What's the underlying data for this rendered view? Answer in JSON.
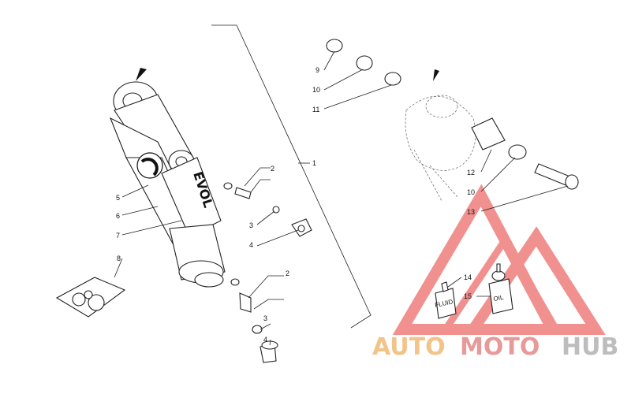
{
  "callouts": {
    "c1": "1",
    "c2a": "2",
    "c2b": "2",
    "c3a": "3",
    "c3b": "3",
    "c4a": "4",
    "c4b": "4",
    "c5": "5",
    "c6": "6",
    "c7": "7",
    "c8": "8",
    "c9": "9",
    "c10a": "10",
    "c10b": "10",
    "c11": "11",
    "c12": "12",
    "c13": "13",
    "c14": "14",
    "c15": "15"
  },
  "labels": {
    "shock_brand": "EVOL",
    "fluid_bottle": "FLUID",
    "oil_bottle": "OIL"
  },
  "watermark": {
    "part1": "AUTO",
    "part2": "MOTO",
    "part3": "HUB",
    "color_auto": "#f2c48a",
    "color_moto": "#e89a9a",
    "color_hub": "#bdbdbd",
    "logo_color": "#e53935"
  }
}
